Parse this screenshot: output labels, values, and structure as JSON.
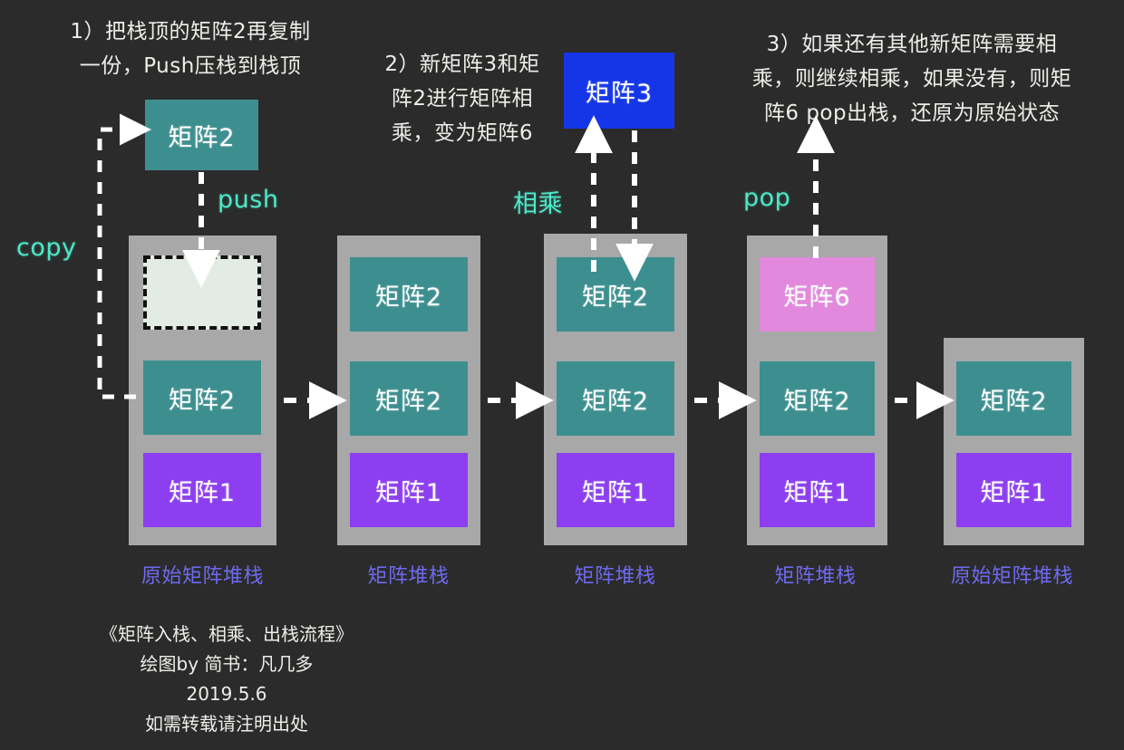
{
  "background_color": "#2b2b2b",
  "palette": {
    "teal": "#3d8f8f",
    "purple": "#8c3ef0",
    "pink": "#e288dd",
    "blue": "#1436e8",
    "empty_fill": "#e2ece4",
    "stack_container": "#a8a8a8",
    "arrow": "#ffffff",
    "label_cyan": "#4de8c8",
    "caption_purple": "#6e6af0",
    "text": "#eceee8"
  },
  "annotations": {
    "step1": "1）把栈顶的矩阵2再复制\n一份，Push压栈到栈顶",
    "step2": "2）新矩阵3和矩\n阵2进行矩阵相\n乘，变为矩阵6",
    "step3": "3）如果还有其他新矩阵需要相\n乘，则继续相乘，如果没有，则矩\n阵6 pop出栈，还原为原始状态"
  },
  "arrow_labels": {
    "copy": "copy",
    "push": "push",
    "multiply": "相乘",
    "pop": "pop"
  },
  "floating_boxes": {
    "copied_matrix2": "矩阵2",
    "matrix3": "矩阵3"
  },
  "stacks": [
    {
      "id": "stack-1",
      "caption": "原始矩阵堆栈",
      "cells": [
        {
          "label": "",
          "color": "empty"
        },
        {
          "label": "矩阵2",
          "color": "teal"
        },
        {
          "label": "矩阵1",
          "color": "purple"
        }
      ]
    },
    {
      "id": "stack-2",
      "caption": "矩阵堆栈",
      "cells": [
        {
          "label": "矩阵2",
          "color": "teal"
        },
        {
          "label": "矩阵2",
          "color": "teal"
        },
        {
          "label": "矩阵1",
          "color": "purple"
        }
      ]
    },
    {
      "id": "stack-3",
      "caption": "矩阵堆栈",
      "cells": [
        {
          "label": "矩阵2",
          "color": "teal"
        },
        {
          "label": "矩阵2",
          "color": "teal"
        },
        {
          "label": "矩阵1",
          "color": "purple"
        }
      ]
    },
    {
      "id": "stack-4",
      "caption": "矩阵堆栈",
      "cells": [
        {
          "label": "矩阵6",
          "color": "pink"
        },
        {
          "label": "矩阵2",
          "color": "teal"
        },
        {
          "label": "矩阵1",
          "color": "purple"
        }
      ]
    },
    {
      "id": "stack-5",
      "caption": "原始矩阵堆栈",
      "cells": [
        {
          "label": "矩阵2",
          "color": "teal"
        },
        {
          "label": "矩阵1",
          "color": "purple"
        }
      ]
    }
  ],
  "caption_block": "《矩阵入栈、相乘、出栈流程》\n绘图by 简书：凡几多\n2019.5.6\n如需转载请注明出处"
}
